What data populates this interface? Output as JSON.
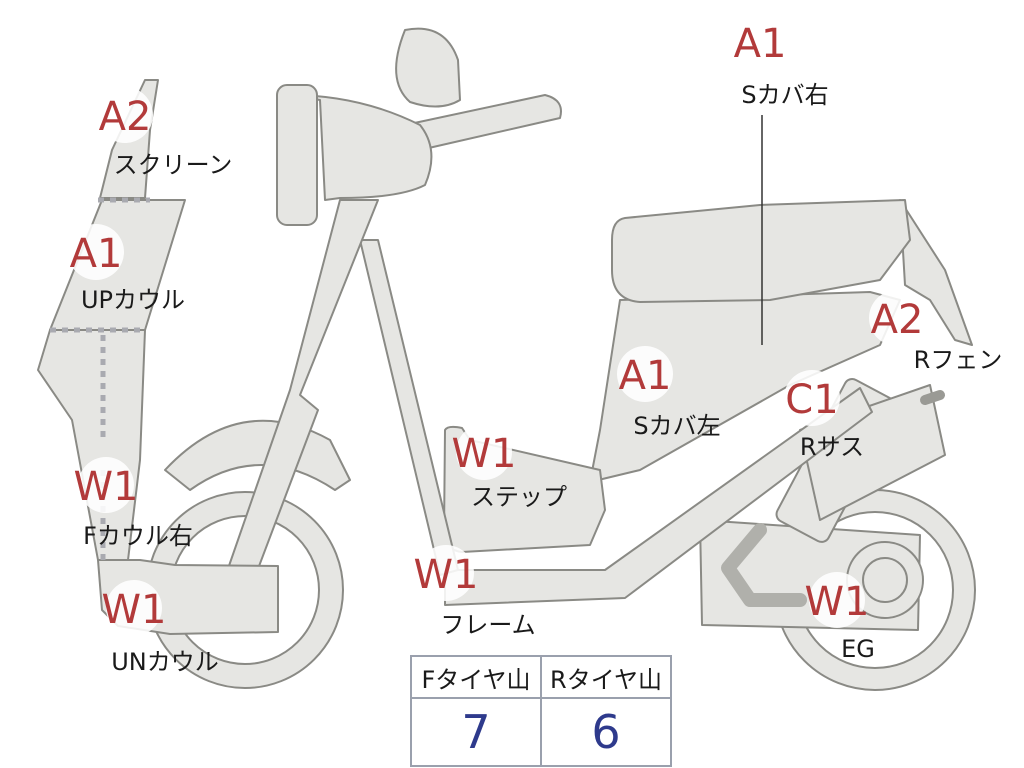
{
  "parts": {
    "screen": {
      "grade": "A2",
      "label": "スクリーン"
    },
    "upper_cowl": {
      "grade": "A1",
      "label": "UPカウル"
    },
    "front_cowl_r": {
      "grade": "W1",
      "label": "Fカウル右"
    },
    "under_cowl": {
      "grade": "W1",
      "label": "UNカウル"
    },
    "side_cover_r": {
      "grade": "A1",
      "label": "Sカバ右"
    },
    "side_cover_l": {
      "grade": "A1",
      "label": "Sカバ左"
    },
    "rear_fender": {
      "grade": "A2",
      "label": "Rフェン"
    },
    "rear_suspension": {
      "grade": "C1",
      "label": "Rサス"
    },
    "step": {
      "grade": "W1",
      "label": "ステップ"
    },
    "frame": {
      "grade": "W1",
      "label": "フレーム"
    },
    "engine": {
      "grade": "W1",
      "label": "EG"
    }
  },
  "tread_table": {
    "headers": [
      "Fタイヤ山",
      "Rタイヤ山"
    ],
    "values": [
      "7",
      "6"
    ]
  }
}
